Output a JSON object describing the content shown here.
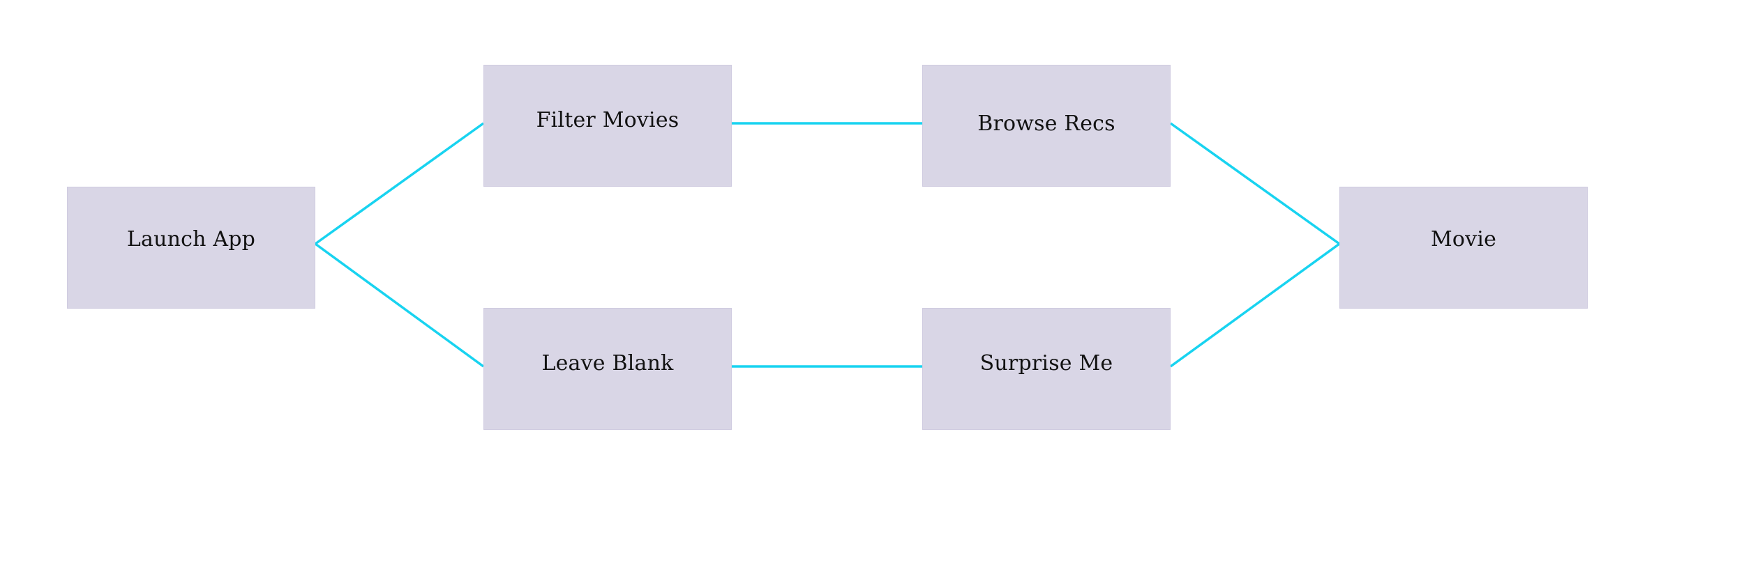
{
  "diagram": {
    "nodes": {
      "launch": "Launch App",
      "filter": "Filter Movies",
      "browse": "Browse Recs",
      "blank": "Leave Blank",
      "surprise": "Surprise Me",
      "movie": "Movie"
    },
    "edges": [
      [
        "launch",
        "filter"
      ],
      [
        "launch",
        "blank"
      ],
      [
        "filter",
        "browse"
      ],
      [
        "blank",
        "surprise"
      ],
      [
        "browse",
        "movie"
      ],
      [
        "surprise",
        "movie"
      ]
    ],
    "colors": {
      "node_fill": "#d9d6e6",
      "edge": "#18d3f0",
      "text": "#111111"
    }
  }
}
